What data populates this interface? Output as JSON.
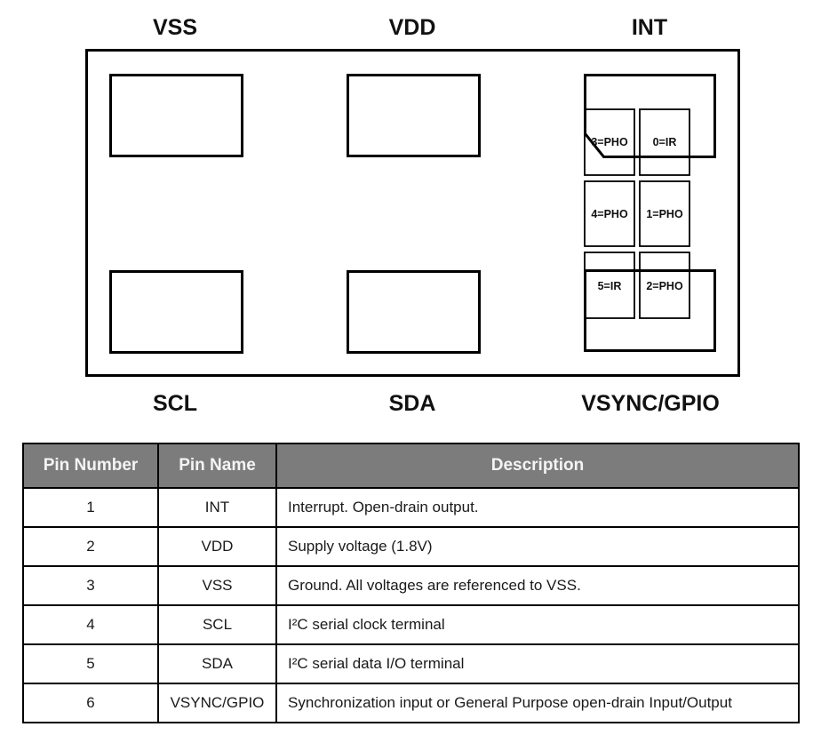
{
  "diagram": {
    "top_labels": [
      "VSS",
      "VDD",
      "INT"
    ],
    "bottom_labels": [
      "SCL",
      "SDA",
      "VSYNC/GPIO"
    ],
    "sensor_cells": [
      {
        "label": "3=PHO"
      },
      {
        "label": "0=IR"
      },
      {
        "label": "4=PHO"
      },
      {
        "label": "1=PHO"
      },
      {
        "label": "5=IR"
      },
      {
        "label": "2=PHO"
      }
    ],
    "line_color": "#000000"
  },
  "pin_table": {
    "headers": [
      "Pin Number",
      "Pin Name",
      "Description"
    ],
    "header_bg": "#7c7c7c",
    "header_text_color": "#f4f4f4",
    "rows": [
      {
        "pin_number": "1",
        "pin_name": "INT",
        "description": "Interrupt. Open-drain output."
      },
      {
        "pin_number": "2",
        "pin_name": "VDD",
        "description": "Supply voltage (1.8V)"
      },
      {
        "pin_number": "3",
        "pin_name": "VSS",
        "description": "Ground. All voltages are referenced to VSS."
      },
      {
        "pin_number": "4",
        "pin_name": "SCL",
        "description": "I²C serial clock terminal"
      },
      {
        "pin_number": "5",
        "pin_name": "SDA",
        "description": "I²C serial data I/O terminal"
      },
      {
        "pin_number": "6",
        "pin_name": "VSYNC/GPIO",
        "description": "Synchronization input or General Purpose open-drain Input/Output"
      }
    ]
  }
}
